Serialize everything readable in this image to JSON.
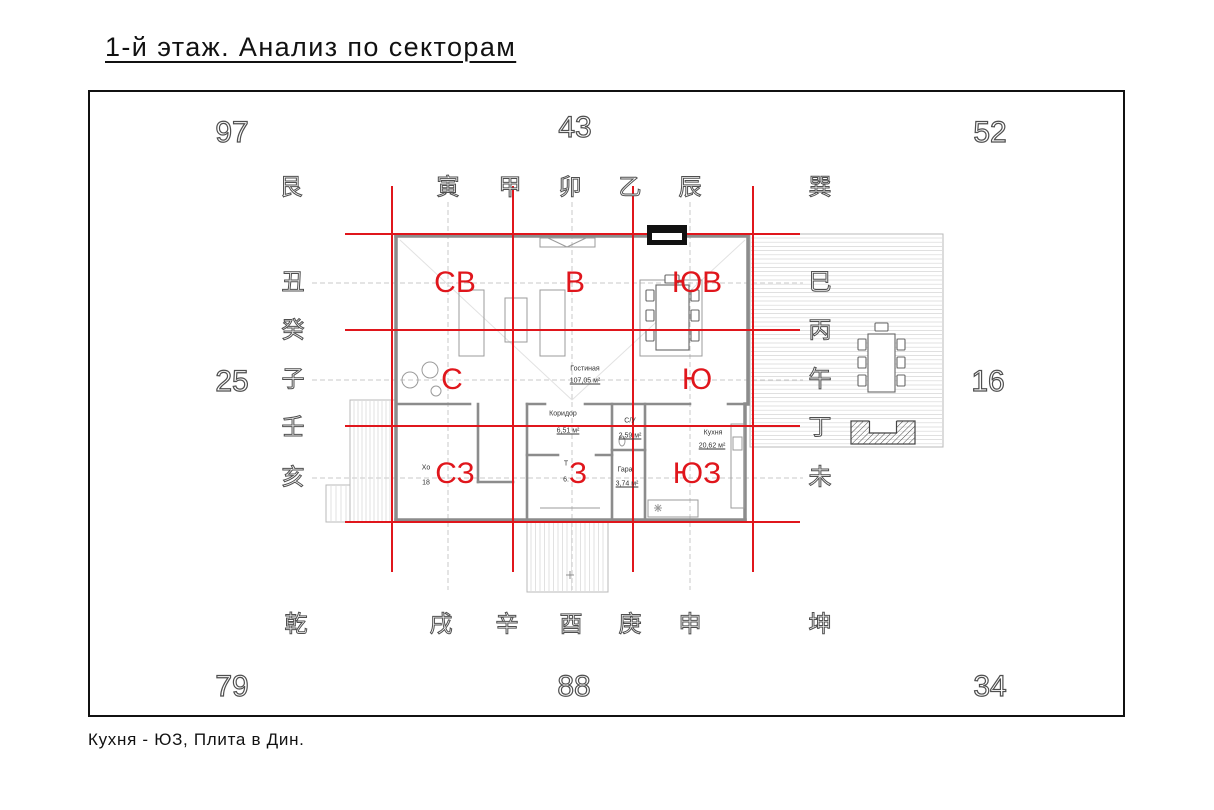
{
  "title": "1-й этаж. Анализ по секторам",
  "caption": "Кухня - ЮЗ, Плита в Дин.",
  "numbers": {
    "top_left": "97",
    "top": "43",
    "top_right": "52",
    "left": "25",
    "right": "16",
    "bottom_left": "79",
    "bottom": "88",
    "bottom_right": "34"
  },
  "mountains": {
    "top": [
      "艮",
      "寅",
      "甲",
      "卯",
      "乙",
      "辰",
      "巽"
    ],
    "left": [
      "丑",
      "癸",
      "子",
      "壬",
      "亥"
    ],
    "right": [
      "巳",
      "丙",
      "午",
      "丁",
      "未"
    ],
    "bottom": [
      "乾",
      "戌",
      "辛",
      "酉",
      "庚",
      "申",
      "坤"
    ]
  },
  "sectors": {
    "top_left": "СВ",
    "top": "В",
    "top_right": "ЮВ",
    "left": "С",
    "right": "Ю",
    "bottom_left": "СЗ",
    "bottom": "З",
    "bottom_right": "ЮЗ"
  },
  "rooms": {
    "living": {
      "name": "Гостиная",
      "area": "107,05 м²"
    },
    "corridor": {
      "name": "Коридор",
      "area": "6,51 м²"
    },
    "bathroom": {
      "name": "С/У",
      "area": "2,59 м²"
    },
    "kitchen": {
      "name": "Кухня",
      "area": "20,62 м²"
    },
    "hall": {
      "name": "Хо",
      "area": "18"
    },
    "tech": {
      "name": "Т",
      "area": "6."
    },
    "wardrobe": {
      "name": "Гара",
      "area": "3,74 м²"
    }
  },
  "colors": {
    "sector_red": "#e0161c",
    "frame": "#111111"
  }
}
